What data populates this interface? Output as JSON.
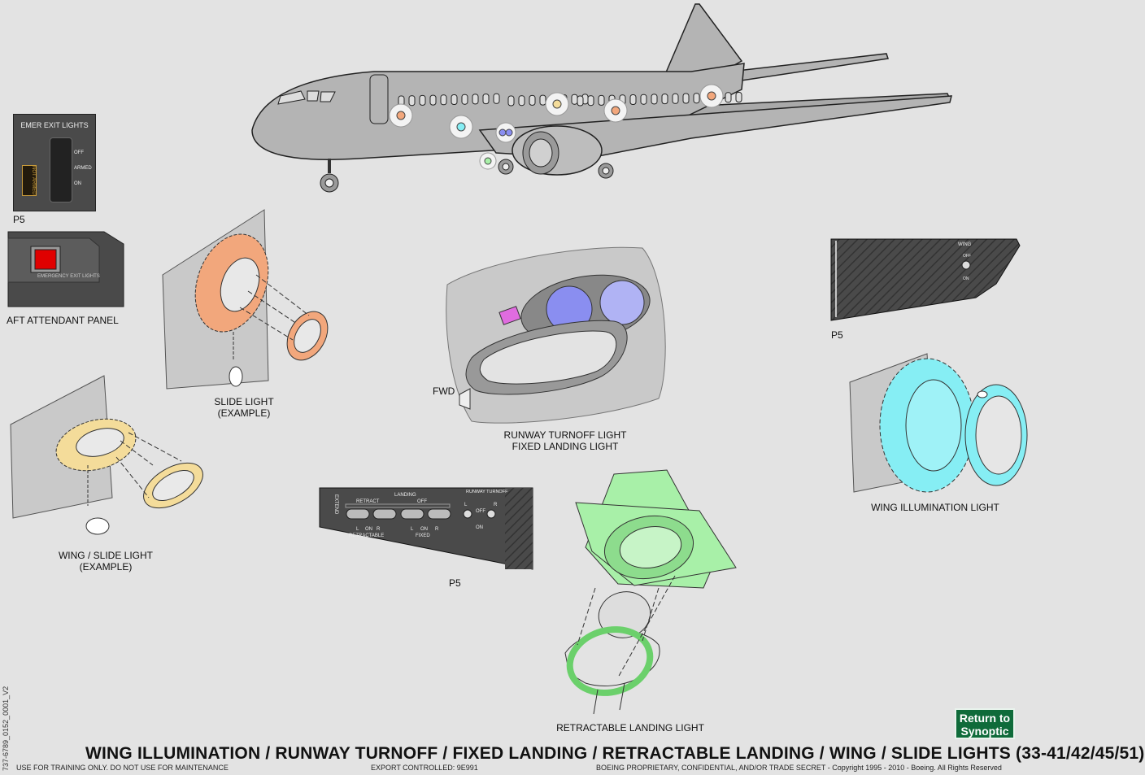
{
  "panels": {
    "emer_exit_title": "EMER EXIT LIGHTS",
    "emer_off": "OFF",
    "emer_armed": "ARMED",
    "emer_on": "ON",
    "emer_annunciator": "NOT ARMED",
    "emer_p5": "P5",
    "aft_button": "EMERGENCY EXIT LIGHTS",
    "aft_panel_label": "AFT ATTENDANT PANEL",
    "wing_panel_title": "WING",
    "wing_off": "OFF",
    "wing_on": "ON",
    "wing_p5": "P5",
    "landing_extend": "EXTEND",
    "landing_title": "LANDING",
    "landing_retract": "RETRACT",
    "landing_off": "OFF",
    "landing_l1": "L",
    "landing_on1": "ON",
    "landing_r1": "R",
    "landing_retractable": "RETRACTABLE",
    "landing_l2": "L",
    "landing_on2": "ON",
    "landing_r2": "R",
    "landing_fixed": "FIXED",
    "runway_turnoff": "RUNWAY TURNOFF",
    "runway_l": "L",
    "runway_r": "R",
    "runway_off": "OFF",
    "runway_on": "ON",
    "landing_p5": "P5"
  },
  "labels": {
    "slide_light": "SLIDE LIGHT",
    "slide_example": "(EXAMPLE)",
    "wing_slide_light": "WING / SLIDE LIGHT",
    "wing_slide_example": "(EXAMPLE)",
    "runway_turnoff_light": "RUNWAY TURNOFF LIGHT",
    "fixed_landing_light": "FIXED LANDING LIGHT",
    "fwd": "FWD",
    "wing_illumination_light": "WING ILLUMINATION LIGHT",
    "retractable_landing_light": "RETRACTABLE LANDING LIGHT"
  },
  "nav": {
    "return_line1": "Return to",
    "return_line2": "Synoptic"
  },
  "footer": {
    "title": "WING ILLUMINATION / RUNWAY TURNOFF / FIXED LANDING / RETRACTABLE LANDING / WING / SLIDE LIGHTS (33-41/42/45/51)",
    "training": "USE FOR TRAINING ONLY. DO NOT USE FOR MAINTENANCE",
    "export": "EXPORT CONTROLLED: 9E991",
    "proprietary": "BOEING PROPRIETARY, CONFIDENTIAL, AND/OR TRADE SECRET - Copyright 1995 - 2010 - Boeing. All Rights Reserved",
    "doc_id": "737-6789_0152_0001_V2"
  },
  "colors": {
    "fuselage": "#b4b4b4",
    "panel": "#4a4a4a",
    "slide_orange": "#f2a77c",
    "wing_slide_yellow": "#f4dc9a",
    "runway_purple": "#8a8ef0",
    "retract_green": "#a8f0a8",
    "wing_cyan": "#86eef4",
    "synoptic_green": "#0f6b3a"
  }
}
